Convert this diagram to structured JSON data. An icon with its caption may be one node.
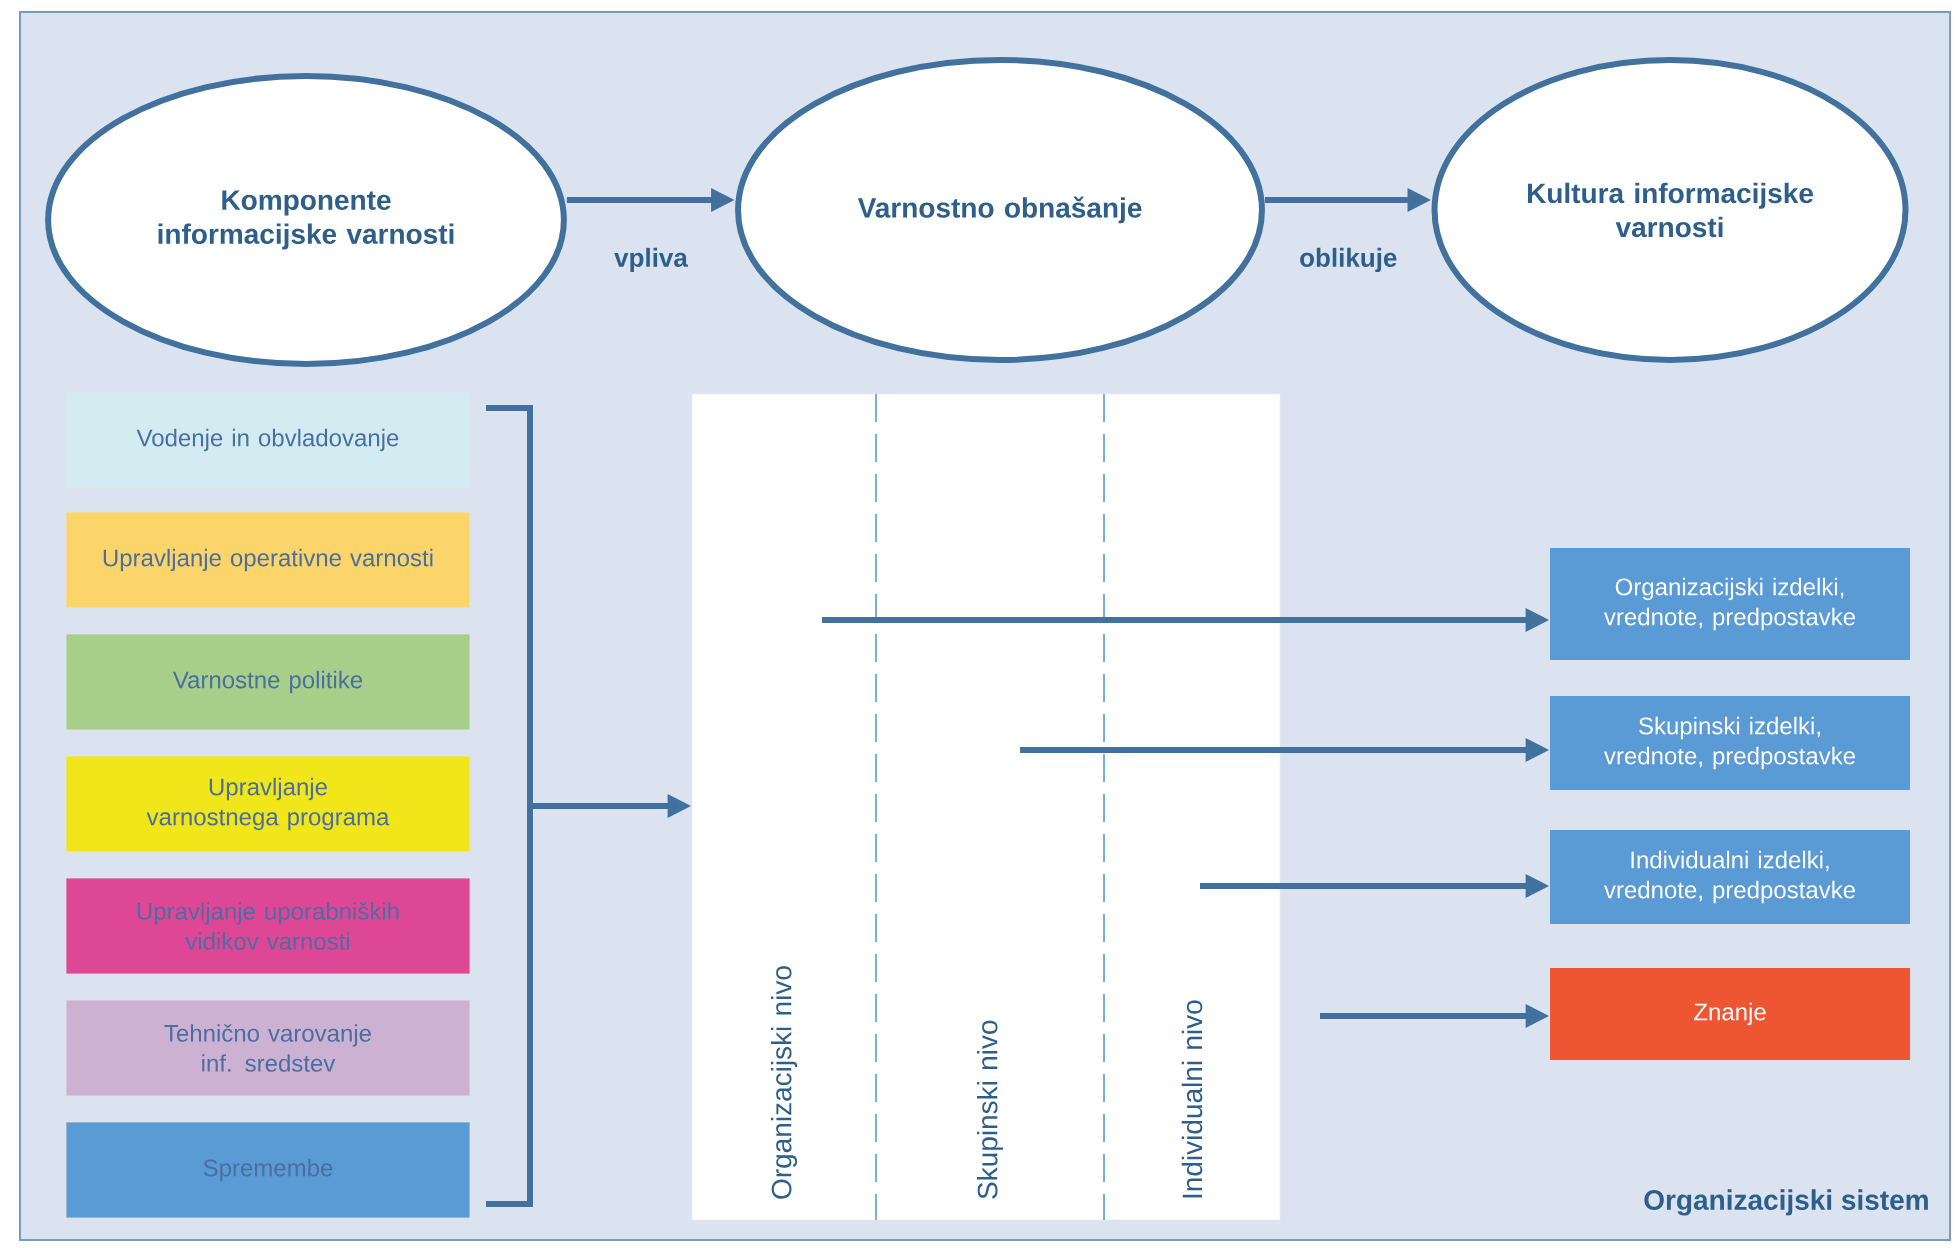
{
  "diagram": {
    "nodes": [
      {
        "text": [
          "Organizacijski sistem"
        ]
      },
      {
        "text": [
          "Komponente informacijske varnosti"
        ],
        "in": 0
      },
      {
        "text": [
          "Varnostno obnašanje"
        ],
        "in": 0
      },
      {
        "text": [
          "Kultura informacijske varnosti"
        ],
        "in": 0
      },
      {
        "text": [
          "Vodenje in obvladovanje"
        ],
        "in": 0
      },
      {
        "text": [
          "Upravljanje operativne varnosti"
        ],
        "in": 0
      },
      {
        "text": [
          "Varnostne politike"
        ],
        "in": 0
      },
      {
        "text": [
          "Upravljanje varnostnega programa"
        ],
        "in": 0
      },
      {
        "text": [
          "Upravljanje uporabniških vidikov varnosti"
        ],
        "in": 0
      },
      {
        "text": [
          "Tehnično varovanje inf. sredstev"
        ],
        "in": 0
      },
      {
        "text": [
          "Spremembe"
        ],
        "in": 0
      },
      {
        "text": [],
        "shape": "box",
        "in": 0
      },
      {
        "text": [
          "Organizacijski nivo"
        ],
        "in": 11
      },
      {
        "text": [
          "Skupinski nivo"
        ],
        "in": 11
      },
      {
        "text": [
          "Individualni nivo"
        ],
        "in": 11
      },
      {
        "text": [
          "Organizacijski izdelki, vrednote, predpostavke"
        ],
        "in": 0
      },
      {
        "text": [
          "Skupinski izdelki, vrednote, predpostavke"
        ],
        "in": 0
      },
      {
        "text": [
          "Individualni izdelki, vrednote, predpostavke"
        ],
        "in": 0
      },
      {
        "text": [
          "Znanje"
        ],
        "in": 0
      },
      {
        "text": [],
        "shape": "bracket",
        "in": 0
      }
    ],
    "edges": [
      {
        "from": 1,
        "to": 2,
        "arrow": "to",
        "label": "vpliva"
      },
      {
        "from": 2,
        "to": 3,
        "arrow": "to",
        "label": "oblikuje"
      },
      {
        "from": 19,
        "to": 11,
        "arrow": "to"
      },
      {
        "from": null,
        "to": 15,
        "arrow": "to"
      },
      {
        "from": null,
        "to": 16,
        "arrow": "to"
      },
      {
        "from": null,
        "to": 17,
        "arrow": "to"
      },
      {
        "from": null,
        "to": 18,
        "arrow": "to"
      }
    ]
  }
}
